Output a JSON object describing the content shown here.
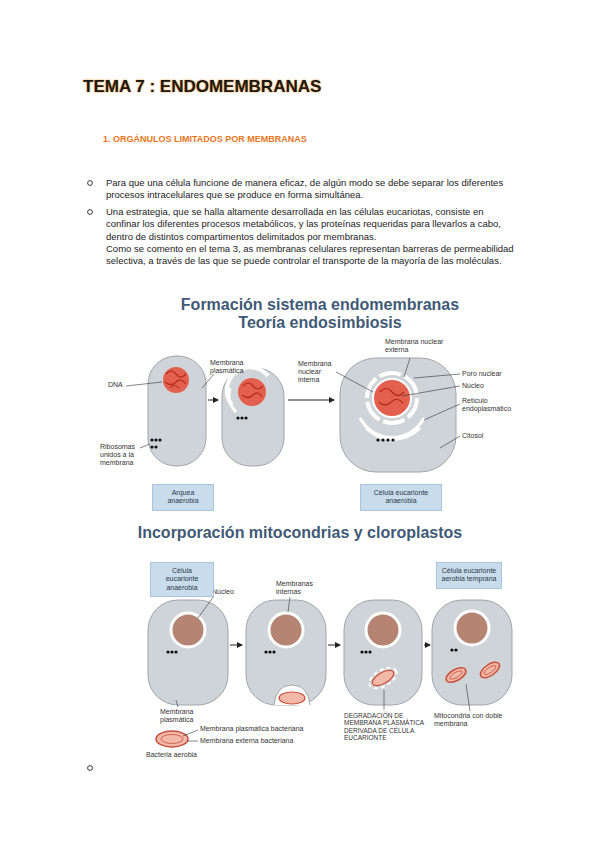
{
  "diagram": {
    "title": "TEMA 7 : ENDOMEMBRANAS",
    "nodes": [
      {
        "text": [
          "Arquea anaerobia"
        ]
      },
      {
        "text": [
          "Célula eucarionte anaerobia"
        ]
      },
      {
        "text": [
          "Célula eucarionte anaerobia"
        ]
      },
      {
        "text": [
          "Célula eucarionte aerobia temprana"
        ]
      }
    ],
    "labels": [
      "1. ORGÁNULOS LIMITADOS POR MEMBRANAS",
      "Para que una célula funcione de manera eficaz, de algún modo se debe separar los diferentes procesos intracelulares que se produce en forma simultánea.",
      "Una estrategia, que se halla altamente desarrollada en las células eucariotas, consiste en confinar los diferentes procesos metabólicos, y las proteínas requeridas para llevarlos a cabo, dentro de distintos compartimentos delimitados por membranas.",
      "Como se comento en el tema 3, as membranas celulares representan barreras de permeabilidad selectiva, a través de las que se puede controlar el transporte de la mayoría de las moléculas.",
      "Formación sistema endomembranas Teoría endosimbiosis",
      "Membrana plasmática",
      "DNA",
      "Ribosomas unidos a la membrana",
      "Membrana nuclear interna",
      "Membrana nuclear externa",
      "Poro nuclear",
      "Núcleo",
      "Retículo endoplasmático",
      "Citosol",
      "Incorporación mitocondrias y cloroplastos",
      "Núcleo",
      "Membranas internas",
      "Membrana plasmática",
      "Membrana plasmática bacteriana",
      "Membrana externa bacteriana",
      "Bacteria aerobia",
      "DEGRADACIÓN DE MEMBRANA PLASMÁTICA DERIVADA DE CÉLULA EUCARIONTE",
      "Mitocondria con doble membrana"
    ]
  }
}
